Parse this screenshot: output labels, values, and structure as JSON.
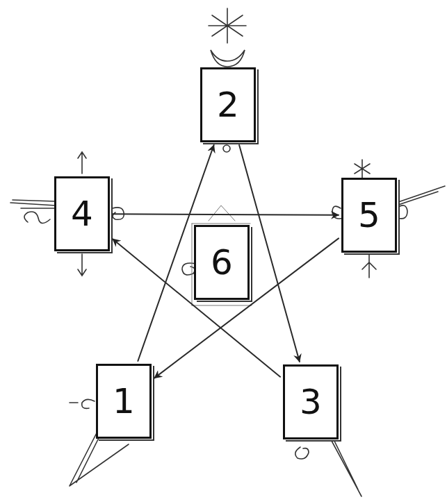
{
  "diagram": {
    "nodes": [
      {
        "text": [
          "1"
        ]
      },
      {
        "text": [
          "2"
        ]
      },
      {
        "text": [
          "3"
        ]
      },
      {
        "text": [
          "4"
        ]
      },
      {
        "text": [
          "5"
        ]
      },
      {
        "text": [
          "6"
        ]
      }
    ],
    "edges": [
      {
        "from": 0,
        "to": 1,
        "arrow": "to"
      },
      {
        "from": 1,
        "to": 2,
        "arrow": "to"
      },
      {
        "from": 2,
        "to": 3,
        "arrow": "to"
      },
      {
        "from": 3,
        "to": 4,
        "arrow": "to"
      },
      {
        "from": 4,
        "to": 0,
        "arrow": "to"
      }
    ]
  }
}
